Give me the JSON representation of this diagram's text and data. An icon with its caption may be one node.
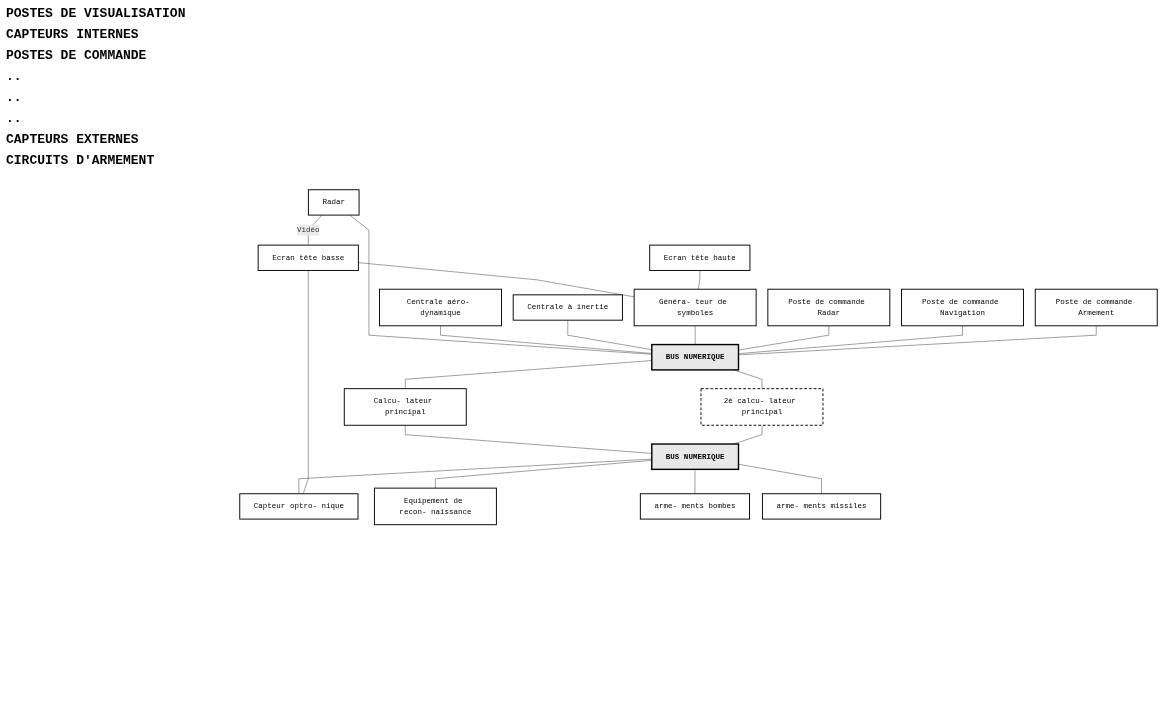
{
  "diagram": {
    "nodes": [
      {
        "text": [
          "Ecran tête basse"
        ]
      },
      {
        "text": [
          "Ecran tête haute"
        ]
      },
      {
        "text": [
          "Radar"
        ]
      },
      {
        "text": [
          "Centrale aéro- dynamique"
        ]
      },
      {
        "text": [
          "Centrale à inertie"
        ]
      },
      {
        "text": [
          "Généra- teur de symboles"
        ]
      },
      {
        "text": [
          "Poste de commande Radar"
        ]
      },
      {
        "text": [
          "Poste de commande Navigation"
        ]
      },
      {
        "text": [
          "Poste de commande Armement"
        ]
      },
      {
        "text": [
          "BUS NUMERIQUE"
        ]
      },
      {
        "text": [
          "Calcu- lateur principal"
        ]
      },
      {
        "text": [
          "2è calcu- lateur principal"
        ]
      },
      {
        "text": [
          "BUS NUMERIQUE"
        ]
      },
      {
        "text": [
          "Capteur optro- nique"
        ]
      },
      {
        "text": [
          "Equipement de recon- naissance"
        ]
      },
      {
        "text": [
          "arme- ments bombes"
        ]
      },
      {
        "text": [
          "arme- ments missiles"
        ]
      }
    ],
    "edges": [
      {
        "from": 2,
        "to": 0,
        "arrow": "none",
        "label": "Vidéo"
      },
      {
        "from": 13,
        "to": 0,
        "arrow": "none"
      },
      {
        "from": 0,
        "to": 5,
        "arrow": "none"
      },
      {
        "from": 1,
        "to": 5,
        "arrow": "none"
      },
      {
        "from": 2,
        "to": 9,
        "arrow": "none"
      },
      {
        "from": 3,
        "to": 9,
        "arrow": "none"
      },
      {
        "from": 4,
        "to": 9,
        "arrow": "none"
      },
      {
        "from": 5,
        "to": 9,
        "arrow": "none"
      },
      {
        "from": 6,
        "to": 9,
        "arrow": "none"
      },
      {
        "from": 7,
        "to": 9,
        "arrow": "none"
      },
      {
        "from": 8,
        "to": 9,
        "arrow": "none"
      },
      {
        "from": 9,
        "to": 10,
        "arrow": "none"
      },
      {
        "from": 9,
        "to": 11,
        "arrow": "none"
      },
      {
        "from": 10,
        "to": 12,
        "arrow": "none"
      },
      {
        "from": 11,
        "to": 12,
        "arrow": "none"
      },
      {
        "from": 12,
        "to": 13,
        "arrow": "none"
      },
      {
        "from": 12,
        "to": 14,
        "arrow": "none"
      },
      {
        "from": 12,
        "to": 15,
        "arrow": "none"
      },
      {
        "from": 12,
        "to": 16,
        "arrow": "none"
      }
    ],
    "labels": [
      "POSTES DE VISUALISATION",
      "CAPTEURS INTERNES",
      "POSTES DE COMMANDE",
      "..",
      "..",
      "..",
      "CAPTEURS EXTERNES",
      "CIRCUITS D'ARMEMENT"
    ]
  }
}
